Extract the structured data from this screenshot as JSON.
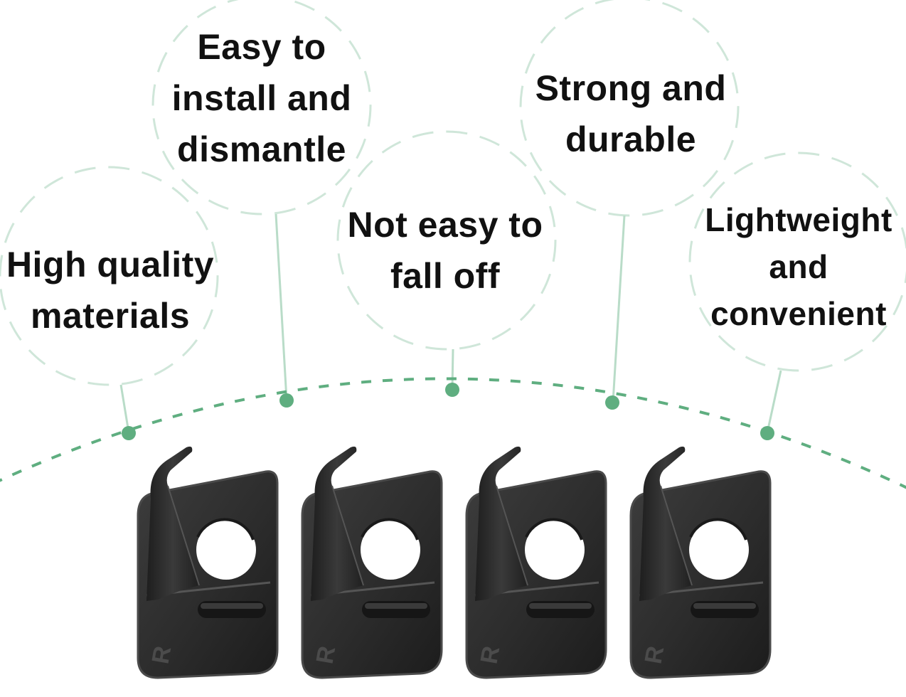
{
  "features": {
    "high_quality": [
      "High quality",
      "materials"
    ],
    "easy_install": [
      "Easy to",
      "install and",
      "dismantle"
    ],
    "not_easy_fall": [
      "Not easy to",
      "fall off"
    ],
    "strong_durable": [
      "Strong and",
      "durable"
    ],
    "lightweight": [
      "Lightweight",
      "and",
      "convenient"
    ]
  },
  "product": {
    "count": 4,
    "engraving": "R",
    "icon": "arrow-rest-icon"
  },
  "colors": {
    "accent_green": "#5fae80",
    "circle_outline": "#cfe6d9",
    "connector_line": "#b9dcc8",
    "product_dark": "#2a2a2a",
    "product_mid": "#3c3c3c",
    "text": "#111111",
    "background": "#ffffff"
  }
}
